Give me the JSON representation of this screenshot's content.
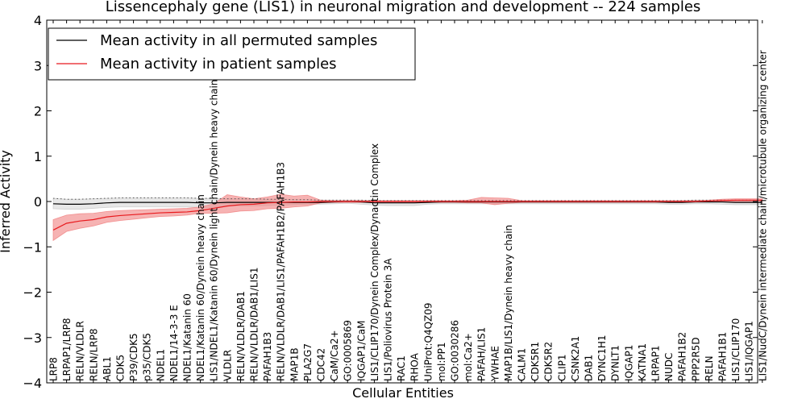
{
  "chart_data": {
    "type": "line",
    "title": "Lissencephaly gene (LIS1) in neuronal migration and development -- 224 samples",
    "xlabel": "Cellular Entities",
    "ylabel": "Inferred Activity",
    "ylim": [
      -4,
      4
    ],
    "yticks": [
      -4,
      -3,
      -2,
      -1,
      0,
      1,
      2,
      3,
      4
    ],
    "legend_position": "top-left",
    "grid": false,
    "categories": [
      "LRP8",
      "LRPAP1/LRP8",
      "RELN/VLDLR",
      "RELN/LRP8",
      "ABL1",
      "CDK5",
      "P39/CDK5",
      "p35/CDK5",
      "NDEL1",
      "NDEL1/14-3-3 E",
      "NDEL1/Katanin 60",
      "NDEL1/Katanin 60/Dynein heavy chain",
      "LIS1/NDEL1/Katanin 60/Dynein light chain/Dynein heavy chain",
      "VLDLR",
      "RELN/VLDLR/DAB1",
      "RELN/VLDLR/DAB1/LIS1",
      "PAFAH1B3",
      "RELN/VLDLR/DAB1/LIS1/PAFAH1B2/PAFAH1B3",
      "MAP1B",
      "PLA2G7",
      "CDC42",
      "CaM/Ca2+",
      "GO:0005869",
      "IQGAP1/CaM",
      "LIS1/CLIP170/Dynein Complex/Dynactin Complex",
      "LIS1/Poliovirus Protein 3A",
      "RAC1",
      "RHOA",
      "UniProt:Q4QZ09",
      "mol:PP1",
      "GO:0030286",
      "mol:Ca2+",
      "PAFAH/LIS1",
      "YWHAE",
      "MAP1B/LIS1/Dynein heavy chain",
      "CALM1",
      "CDK5R1",
      "CDK5R2",
      "CLIP1",
      "CSNK2A1",
      "DAB1",
      "DYNC1H1",
      "DYNLT1",
      "IQGAP1",
      "KATNA1",
      "LRPAP1",
      "NUDC",
      "PAFAH1B2",
      "PPP2R5D",
      "RELN",
      "PAFAH1B1",
      "LIS1/CLIP170",
      "LIS1/IQGAP1",
      "LIS1/NudC/Dynein intermediate chain/microtubule organizing center"
    ],
    "series": [
      {
        "name": "Mean activity in all permuted samples",
        "color": "#000000",
        "band_color": "#bbbbbb",
        "values": [
          -0.05,
          -0.06,
          -0.06,
          -0.05,
          -0.03,
          -0.02,
          -0.02,
          -0.02,
          -0.02,
          -0.02,
          -0.02,
          -0.03,
          -0.03,
          -0.02,
          -0.02,
          -0.02,
          -0.02,
          -0.02,
          -0.02,
          -0.02,
          -0.02,
          -0.01,
          0.0,
          -0.01,
          -0.03,
          -0.03,
          -0.03,
          -0.03,
          -0.02,
          -0.01,
          -0.01,
          -0.01,
          -0.01,
          -0.01,
          -0.01,
          -0.01,
          -0.01,
          -0.01,
          -0.01,
          -0.01,
          -0.01,
          -0.01,
          -0.01,
          -0.01,
          -0.01,
          -0.01,
          -0.02,
          -0.02,
          -0.01,
          -0.01,
          -0.01,
          -0.02,
          -0.02,
          -0.02
        ],
        "lower": [
          -0.16,
          -0.17,
          -0.17,
          -0.15,
          -0.13,
          -0.12,
          -0.12,
          -0.12,
          -0.12,
          -0.12,
          -0.12,
          -0.13,
          -0.13,
          -0.1,
          -0.1,
          -0.1,
          -0.09,
          -0.08,
          -0.07,
          -0.06,
          -0.06,
          -0.05,
          -0.04,
          -0.06,
          -0.08,
          -0.09,
          -0.09,
          -0.09,
          -0.06,
          -0.05,
          -0.05,
          -0.05,
          -0.05,
          -0.05,
          -0.05,
          -0.05,
          -0.05,
          -0.05,
          -0.05,
          -0.05,
          -0.05,
          -0.05,
          -0.05,
          -0.05,
          -0.05,
          -0.05,
          -0.06,
          -0.06,
          -0.05,
          -0.05,
          -0.06,
          -0.07,
          -0.07,
          -0.07
        ],
        "upper": [
          0.07,
          0.05,
          0.05,
          0.06,
          0.07,
          0.08,
          0.08,
          0.08,
          0.08,
          0.08,
          0.08,
          0.07,
          0.07,
          0.06,
          0.06,
          0.06,
          0.05,
          0.05,
          0.04,
          0.04,
          0.03,
          0.03,
          0.03,
          0.03,
          0.02,
          0.02,
          0.02,
          0.02,
          0.02,
          0.02,
          0.02,
          0.02,
          0.02,
          0.02,
          0.02,
          0.02,
          0.02,
          0.02,
          0.02,
          0.02,
          0.02,
          0.02,
          0.02,
          0.02,
          0.02,
          0.02,
          0.02,
          0.02,
          0.03,
          0.03,
          0.03,
          0.03,
          0.03,
          0.03
        ]
      },
      {
        "name": "Mean activity in patient samples",
        "color": "#e8191d",
        "band_color": "#f08080",
        "values": [
          -0.63,
          -0.48,
          -0.43,
          -0.4,
          -0.34,
          -0.31,
          -0.29,
          -0.27,
          -0.25,
          -0.24,
          -0.23,
          -0.2,
          -0.15,
          -0.1,
          -0.07,
          -0.06,
          -0.03,
          -0.02,
          -0.01,
          -0.01,
          0.0,
          0.0,
          0.0,
          0.0,
          0.0,
          0.0,
          0.0,
          0.0,
          0.0,
          0.0,
          0.0,
          0.0,
          0.0,
          0.0,
          0.0,
          0.0,
          0.0,
          0.0,
          0.0,
          0.0,
          0.0,
          0.0,
          0.0,
          0.0,
          0.0,
          0.0,
          0.0,
          0.0,
          0.0,
          0.01,
          0.02,
          0.03,
          0.03,
          0.03
        ],
        "lower": [
          -0.86,
          -0.66,
          -0.59,
          -0.54,
          -0.46,
          -0.42,
          -0.39,
          -0.36,
          -0.33,
          -0.32,
          -0.3,
          -0.26,
          -0.26,
          -0.25,
          -0.21,
          -0.2,
          -0.16,
          -0.15,
          -0.12,
          -0.1,
          -0.03,
          -0.02,
          -0.02,
          -0.02,
          -0.02,
          -0.02,
          -0.02,
          -0.02,
          -0.02,
          -0.02,
          -0.02,
          -0.03,
          -0.03,
          -0.07,
          -0.04,
          -0.02,
          -0.02,
          -0.02,
          -0.02,
          -0.02,
          -0.02,
          -0.02,
          -0.02,
          -0.02,
          -0.02,
          -0.02,
          -0.02,
          -0.02,
          -0.01,
          -0.01,
          -0.01,
          0.0,
          0.0,
          0.0
        ],
        "upper": [
          -0.4,
          -0.3,
          -0.27,
          -0.26,
          -0.22,
          -0.2,
          -0.19,
          -0.18,
          -0.17,
          -0.16,
          -0.15,
          -0.12,
          -0.05,
          0.15,
          0.1,
          0.06,
          0.1,
          0.16,
          0.12,
          0.14,
          0.03,
          0.02,
          0.02,
          0.02,
          0.02,
          0.02,
          0.02,
          0.02,
          0.02,
          0.02,
          0.02,
          0.03,
          0.09,
          0.08,
          0.07,
          0.02,
          0.02,
          0.02,
          0.02,
          0.02,
          0.02,
          0.02,
          0.02,
          0.02,
          0.02,
          0.02,
          0.02,
          0.02,
          0.02,
          0.03,
          0.05,
          0.06,
          0.06,
          0.06
        ]
      }
    ],
    "reference_line": {
      "style": "dotted",
      "color": "#555555",
      "values_from": "series.0.upper"
    }
  }
}
